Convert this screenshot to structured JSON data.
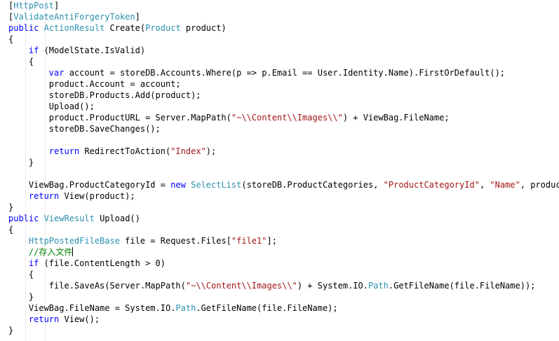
{
  "colors": {
    "keyword": "#0000ff",
    "type": "#2b91af",
    "string": "#a31515",
    "comment": "#008000",
    "text": "#000000",
    "background": "#ffffff"
  },
  "caret": {
    "line": 22
  },
  "lines": [
    [
      {
        "t": "[",
        "k": "plain"
      },
      {
        "t": "HttpPost",
        "k": "type"
      },
      {
        "t": "]",
        "k": "plain"
      }
    ],
    [
      {
        "t": "[",
        "k": "plain"
      },
      {
        "t": "ValidateAntiForgeryToken",
        "k": "type"
      },
      {
        "t": "]",
        "k": "plain"
      }
    ],
    [
      {
        "t": "public",
        "k": "kw"
      },
      {
        "t": " ",
        "k": "plain"
      },
      {
        "t": "ActionResult",
        "k": "type"
      },
      {
        "t": " Create(",
        "k": "plain"
      },
      {
        "t": "Product",
        "k": "type"
      },
      {
        "t": " product)",
        "k": "plain"
      }
    ],
    [
      {
        "t": "{",
        "k": "plain"
      }
    ],
    [
      {
        "t": "    ",
        "k": "plain"
      },
      {
        "t": "if",
        "k": "kw"
      },
      {
        "t": " (ModelState.IsValid)",
        "k": "plain"
      }
    ],
    [
      {
        "t": "    {",
        "k": "plain"
      }
    ],
    [
      {
        "t": "        ",
        "k": "plain"
      },
      {
        "t": "var",
        "k": "kw"
      },
      {
        "t": " account = storeDB.Accounts.Where(p => p.Email == User.Identity.Name).FirstOrDefault();",
        "k": "plain"
      }
    ],
    [
      {
        "t": "        product.Account = account;",
        "k": "plain"
      }
    ],
    [
      {
        "t": "        storeDB.Products.Add(product);",
        "k": "plain"
      }
    ],
    [
      {
        "t": "        Upload();",
        "k": "plain"
      }
    ],
    [
      {
        "t": "        product.ProductURL = Server.MapPath(",
        "k": "plain"
      },
      {
        "t": "\"~\\\\Content\\\\Images\\\\\"",
        "k": "str"
      },
      {
        "t": ") + ViewBag.FileName;",
        "k": "plain"
      }
    ],
    [
      {
        "t": "        storeDB.SaveChanges();",
        "k": "plain"
      }
    ],
    [
      {
        "t": "",
        "k": "plain"
      }
    ],
    [
      {
        "t": "        ",
        "k": "plain"
      },
      {
        "t": "return",
        "k": "kw"
      },
      {
        "t": " RedirectToAction(",
        "k": "plain"
      },
      {
        "t": "\"Index\"",
        "k": "str"
      },
      {
        "t": ");",
        "k": "plain"
      }
    ],
    [
      {
        "t": "    }",
        "k": "plain"
      }
    ],
    [
      {
        "t": "",
        "k": "plain"
      }
    ],
    [
      {
        "t": "    ViewBag.ProductCategoryId = ",
        "k": "plain"
      },
      {
        "t": "new",
        "k": "kw"
      },
      {
        "t": " ",
        "k": "plain"
      },
      {
        "t": "SelectList",
        "k": "type"
      },
      {
        "t": "(storeDB.ProductCategories, ",
        "k": "plain"
      },
      {
        "t": "\"ProductCategoryId\"",
        "k": "str"
      },
      {
        "t": ", ",
        "k": "plain"
      },
      {
        "t": "\"Name\"",
        "k": "str"
      },
      {
        "t": ", product.P",
        "k": "plain"
      }
    ],
    [
      {
        "t": "    ",
        "k": "plain"
      },
      {
        "t": "return",
        "k": "kw"
      },
      {
        "t": " View(product);",
        "k": "plain"
      }
    ],
    [
      {
        "t": "}",
        "k": "plain"
      }
    ],
    [
      {
        "t": "public",
        "k": "kw"
      },
      {
        "t": " ",
        "k": "plain"
      },
      {
        "t": "ViewResult",
        "k": "type"
      },
      {
        "t": " Upload()",
        "k": "plain"
      }
    ],
    [
      {
        "t": "{",
        "k": "plain"
      }
    ],
    [
      {
        "t": "    ",
        "k": "plain"
      },
      {
        "t": "HttpPostedFileBase",
        "k": "type"
      },
      {
        "t": " file = Request.Files[",
        "k": "plain"
      },
      {
        "t": "\"file1\"",
        "k": "str"
      },
      {
        "t": "];",
        "k": "plain"
      }
    ],
    [
      {
        "t": "    ",
        "k": "plain"
      },
      {
        "t": "//存入文件",
        "k": "cmt"
      }
    ],
    [
      {
        "t": "    ",
        "k": "plain"
      },
      {
        "t": "if",
        "k": "kw"
      },
      {
        "t": " (file.ContentLength > 0)",
        "k": "plain"
      }
    ],
    [
      {
        "t": "    {",
        "k": "plain"
      }
    ],
    [
      {
        "t": "        file.SaveAs(Server.MapPath(",
        "k": "plain"
      },
      {
        "t": "\"~\\\\Content\\\\Images\\\\\"",
        "k": "str"
      },
      {
        "t": ") + System.IO.",
        "k": "plain"
      },
      {
        "t": "Path",
        "k": "type"
      },
      {
        "t": ".GetFileName(file.FileName));",
        "k": "plain"
      }
    ],
    [
      {
        "t": "    }",
        "k": "plain"
      }
    ],
    [
      {
        "t": "    ViewBag.FileName = System.IO.",
        "k": "plain"
      },
      {
        "t": "Path",
        "k": "type"
      },
      {
        "t": ".GetFileName(file.FileName);",
        "k": "plain"
      }
    ],
    [
      {
        "t": "    ",
        "k": "plain"
      },
      {
        "t": "return",
        "k": "kw"
      },
      {
        "t": " View();",
        "k": "plain"
      }
    ],
    [
      {
        "t": "}",
        "k": "plain"
      }
    ]
  ]
}
